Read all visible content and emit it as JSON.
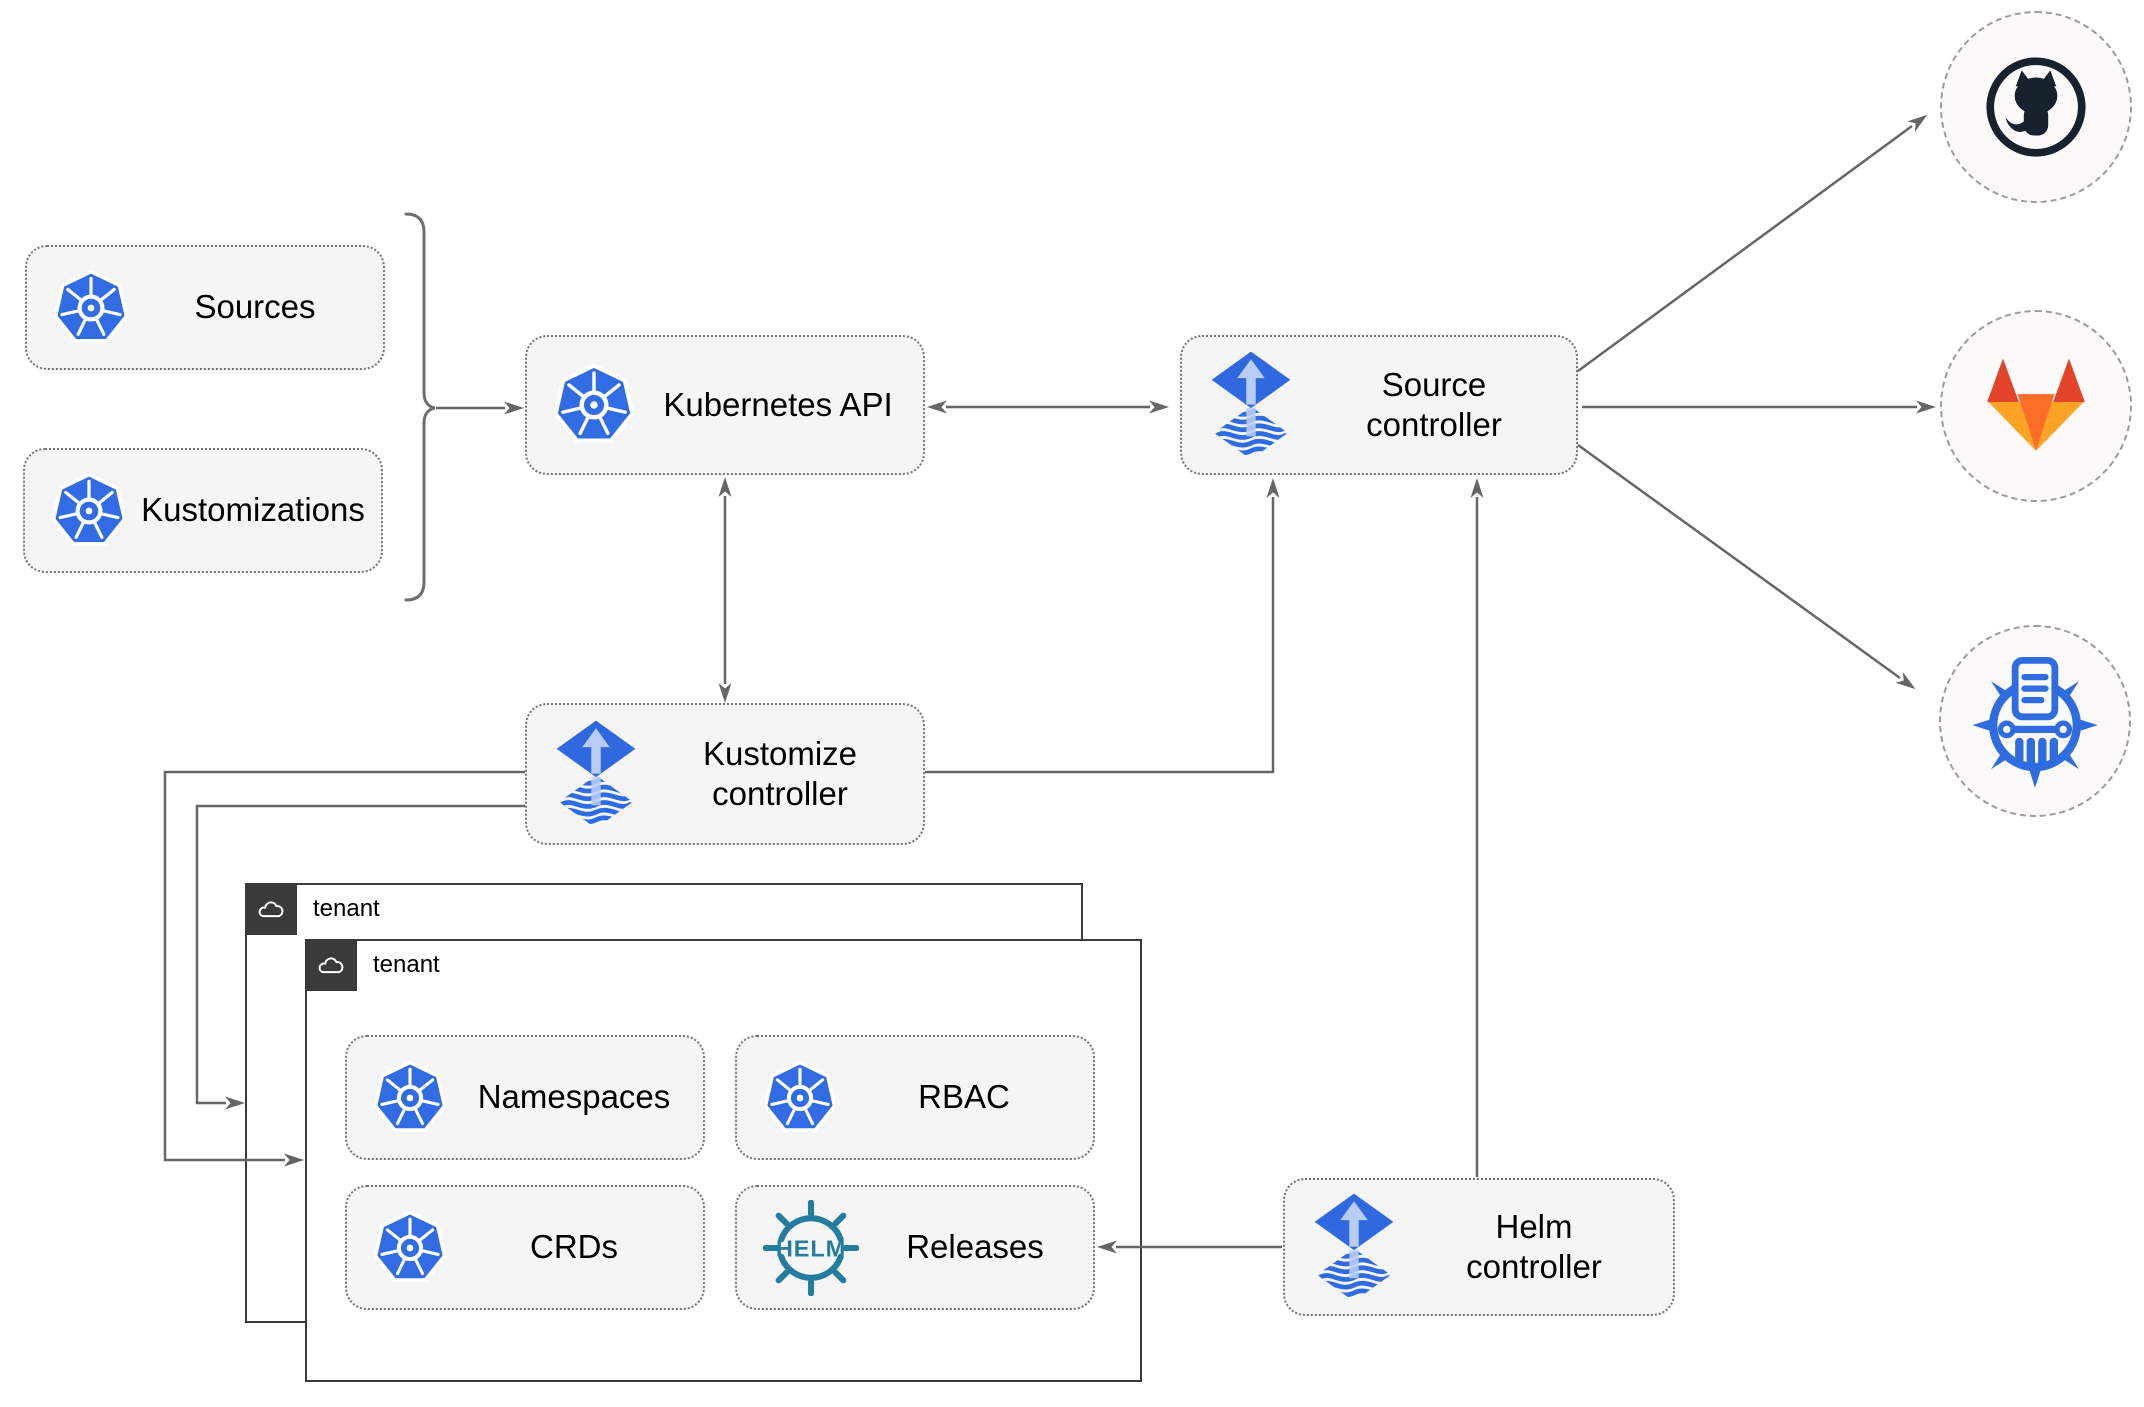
{
  "nodes": {
    "sources": "Sources",
    "kustomizations": "Kustomizations",
    "kubernetes_api": "Kubernetes API",
    "source_controller": "Source controller",
    "kustomize_controller": "Kustomize controller",
    "helm_controller": "Helm controller",
    "namespaces": "Namespaces",
    "rbac": "RBAC",
    "crds": "CRDs",
    "releases": "Releases"
  },
  "tenants": {
    "back": "tenant",
    "front": "tenant"
  },
  "icons": {
    "kubernetes": "kubernetes-wheel-icon",
    "flux": "flux-gitops-arrow-icon",
    "helm": "helm-wheel-icon",
    "helm_logo_text": "HELM",
    "github": "github-octocat-icon",
    "gitlab": "gitlab-fox-icon",
    "registry": "container-registry-museum-icon",
    "cloud": "cloud-icon"
  },
  "colors": {
    "kubernetes_blue": "#326ce5",
    "flux_blue": "#3068df",
    "flux_light": "#b9cdf4",
    "helm_teal": "#257d9e",
    "github_dark": "#18212e",
    "gitlab_red": "#e24329",
    "gitlab_orange": "#fc6d26",
    "gitlab_yellow": "#fca326",
    "registry_blue": "#2e6ce0",
    "arrow_gray": "#666666",
    "node_background": "#f5f5f5",
    "tenant_dark": "#3a3a3a"
  },
  "edges": [
    {
      "from": "sources_and_kustomizations",
      "to": "kubernetes_api",
      "arrows": "end"
    },
    {
      "from": "kubernetes_api",
      "to": "source_controller",
      "arrows": "both"
    },
    {
      "from": "kubernetes_api",
      "to": "kustomize_controller",
      "arrows": "both"
    },
    {
      "from": "kustomize_controller",
      "to": "source_controller",
      "arrows": "end"
    },
    {
      "from": "kustomize_controller",
      "to": "tenant_back",
      "arrows": "end"
    },
    {
      "from": "kustomize_controller",
      "to": "tenant_front",
      "arrows": "end"
    },
    {
      "from": "helm_controller",
      "to": "source_controller",
      "arrows": "end"
    },
    {
      "from": "helm_controller",
      "to": "releases",
      "arrows": "end"
    },
    {
      "from": "source_controller",
      "to": "github",
      "arrows": "end"
    },
    {
      "from": "source_controller",
      "to": "gitlab",
      "arrows": "end"
    },
    {
      "from": "source_controller",
      "to": "container_registry",
      "arrows": "end"
    }
  ]
}
